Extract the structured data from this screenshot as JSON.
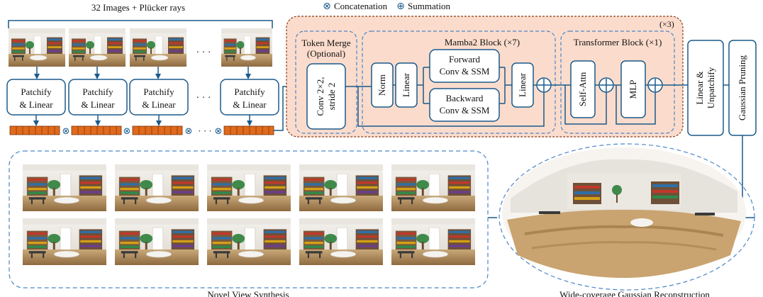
{
  "header": {
    "input_label": "32 Images + Plücker rays",
    "legend": {
      "concat_symbol": "⊗",
      "concat_label": "Concatenation",
      "sum_symbol": "⊕",
      "sum_label": "Summation"
    }
  },
  "input_stage": {
    "patchify_line1": "Patchify",
    "patchify_line2": "& Linear",
    "ellipsis": "· · ·"
  },
  "model": {
    "repeat_label": "(×3)",
    "token_merge": {
      "title_line1": "Token Merge",
      "title_line2": "(Optional)",
      "conv_line1": "Conv 2×2,",
      "conv_line2": "stride 2"
    },
    "mamba": {
      "title": "Mamba2 Block (×7)",
      "norm": "Norm",
      "linear_in": "Linear",
      "forward_line1": "Forward",
      "forward_line2": "Conv & SSM",
      "backward_line1": "Backward",
      "backward_line2": "Conv & SSM",
      "linear_out": "Linear"
    },
    "transformer": {
      "title": "Transformer Block (×1)",
      "self_attn": "Self-Attn",
      "mlp": "MLP"
    }
  },
  "output_stage": {
    "unpatchify_line1": "Linear &",
    "unpatchify_line2": "Unpatchify",
    "pruning": "Gaussian Pruning"
  },
  "results": {
    "nvs_label": "Novel View Synthesis",
    "recon_label": "Wide-coverage Gaussian Reconstruction"
  },
  "colors": {
    "accent_blue": "#1a5a8c",
    "dashed_blue": "#4a86c8",
    "token_orange": "#e06a1c",
    "block_fill": "#fbdccc",
    "block_border": "#8a3b1a"
  }
}
